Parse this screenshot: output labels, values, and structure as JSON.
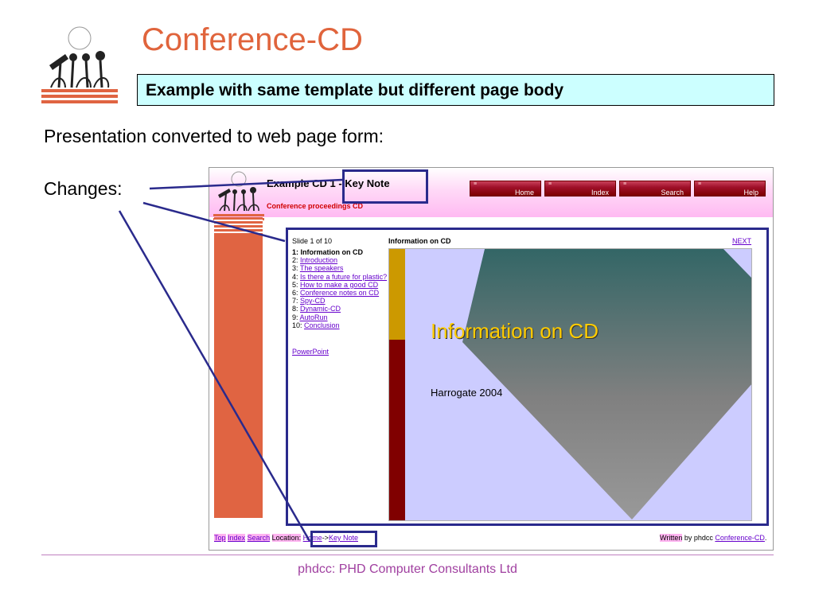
{
  "slide": {
    "title": "Conference-CD",
    "subtitle": "Example with same template but different page body",
    "intro": "Presentation converted to web page form:",
    "changes_label": "Changes:",
    "footer": "phdcc: PHD Computer Consultants Ltd"
  },
  "webpage": {
    "title": "Example CD 1 - Key Note",
    "subtitle": "Conference proceedings CD",
    "nav": [
      "Home",
      "Index",
      "Search",
      "Help"
    ],
    "slide_counter": "Slide 1 of 10",
    "current_slide_heading": "Information on CD",
    "next_link": "NEXT",
    "slides": [
      {
        "num": "1:",
        "label": "Information on CD"
      },
      {
        "num": "2:",
        "label": "Introduction"
      },
      {
        "num": "3:",
        "label": "The speakers"
      },
      {
        "num": "4:",
        "label": "Is there a future for plastic?"
      },
      {
        "num": "5:",
        "label": "How to make a good CD"
      },
      {
        "num": "6:",
        "label": "Conference notes on CD"
      },
      {
        "num": "7:",
        "label": "Spy-CD"
      },
      {
        "num": "8:",
        "label": "Dynamic-CD"
      },
      {
        "num": "9:",
        "label": "AutoRun"
      },
      {
        "num": "10:",
        "label": "Conclusion"
      }
    ],
    "powerpoint_link": "PowerPoint",
    "slide_view": {
      "heading": "Information on CD",
      "subheading": "Harrogate 2004"
    },
    "footer": {
      "top": "Top",
      "index": "Index",
      "search": "Search",
      "location_label": "Location:",
      "crumb_home": "Home",
      "crumb_arrow": "->",
      "crumb_current": "Key Note",
      "written_label": "Written",
      "by_text": " by phdcc ",
      "site_link": "Conference-CD",
      "period": "."
    }
  },
  "colors": {
    "title": "#e0643c",
    "subtitle_bg": "#ccffff",
    "sidebar": "#e06442",
    "highlight_frame": "#2a2a8c",
    "footer_text": "#a040a0"
  }
}
